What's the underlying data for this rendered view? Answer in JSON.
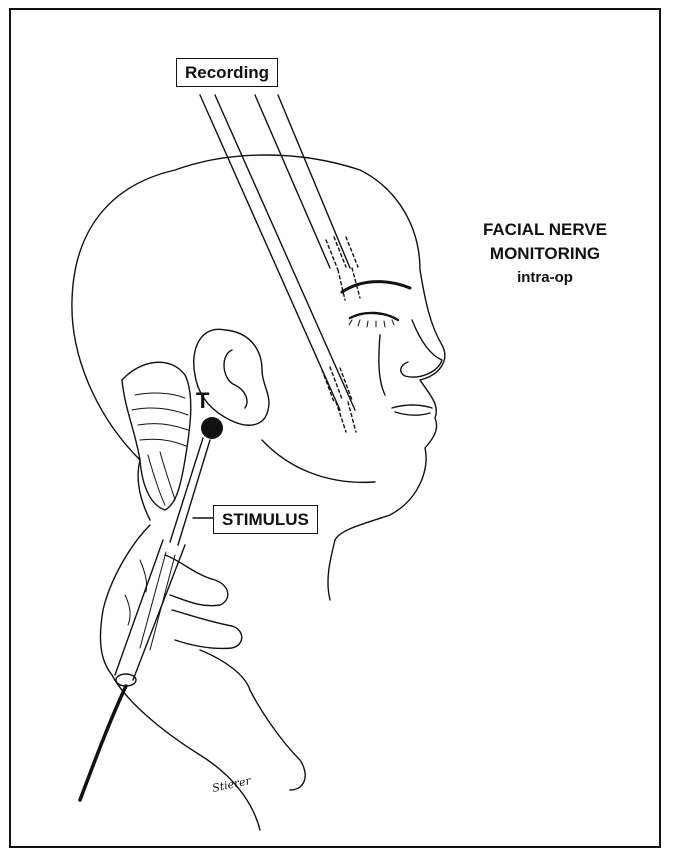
{
  "labels": {
    "recording": "Recording",
    "stimulus": "STIMULUS",
    "electrode_marker": "T"
  },
  "title": {
    "line1": "FACIAL NERVE",
    "line2": "MONITORING",
    "line3": "intra-op"
  },
  "signature": "Stierer",
  "colors": {
    "ink": "#111111",
    "background": "#ffffff"
  }
}
